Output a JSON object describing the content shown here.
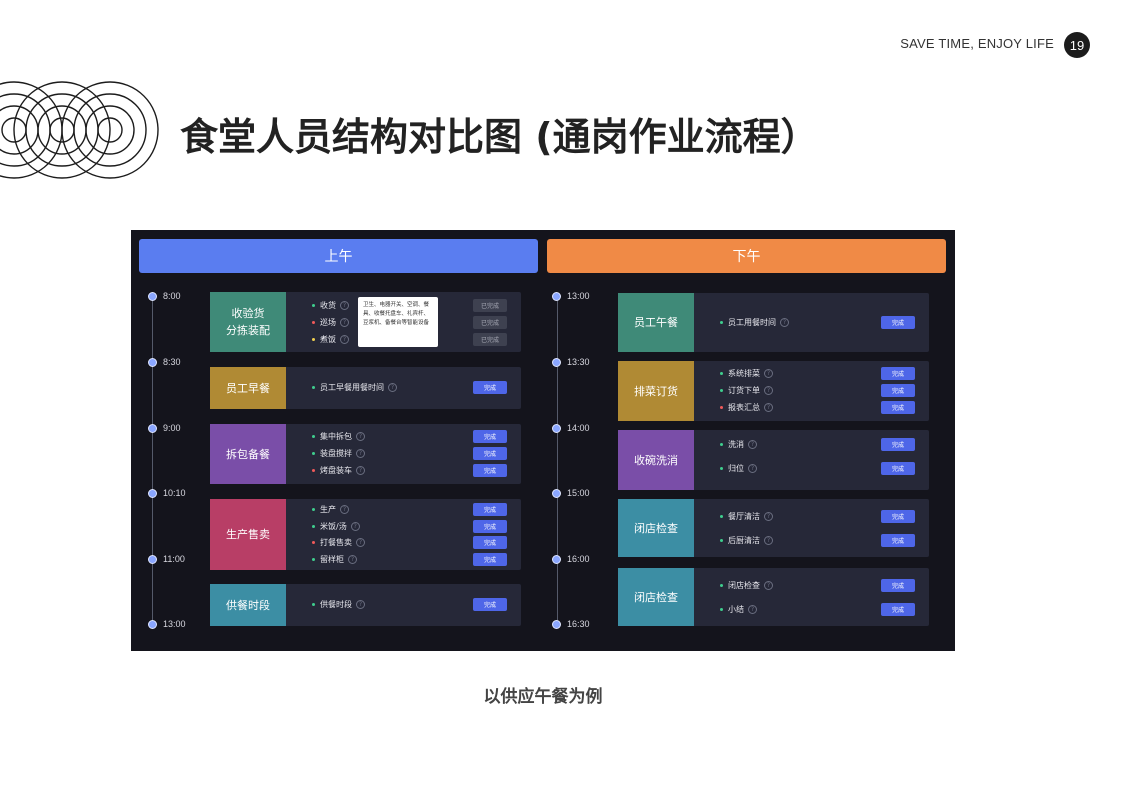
{
  "tagline": "SAVE TIME, ENJOY LIFE",
  "page_number": "19",
  "title": "食堂人员结构对比图 (通岗作业流程）",
  "caption": "以供应午餐为例",
  "tooltip_text": "卫生、电器开关、空调、餐具、收餐托盘车、礼宾杆、豆浆机、备餐台等智能设备",
  "colors": {
    "morning_header": "#5a7df0",
    "afternoon_header": "#f08a46"
  },
  "morning": {
    "header": "上午",
    "times": [
      "8:00",
      "8:30",
      "9:00",
      "10:10",
      "11:00",
      "13:00"
    ],
    "groups": [
      {
        "category": "收验货\n分拣装配",
        "color": "#3f8a78",
        "tasks": [
          {
            "label": "收货",
            "status": "已完成",
            "bullet": "#3fce8e"
          },
          {
            "label": "巡场",
            "status": "已完成",
            "bullet": "#f05a5a"
          },
          {
            "label": "煮饭",
            "status": "已完成",
            "bullet": "#f0d050"
          }
        ]
      },
      {
        "category": "员工早餐",
        "color": "#b08a34",
        "tasks": [
          {
            "label": "员工早餐用餐时间",
            "status": "完成",
            "bullet": "#3fce8e"
          }
        ]
      },
      {
        "category": "拆包备餐",
        "color": "#7a4ea8",
        "tasks": [
          {
            "label": "集中拆包",
            "status": "完成",
            "bullet": "#3fce8e"
          },
          {
            "label": "装盘搅拌",
            "status": "完成",
            "bullet": "#3fce8e"
          },
          {
            "label": "烤盘装车",
            "status": "完成",
            "bullet": "#f05a5a"
          }
        ]
      },
      {
        "category": "生产售卖",
        "color": "#b83e66",
        "tasks": [
          {
            "label": "生产",
            "status": "完成",
            "bullet": "#3fce8e"
          },
          {
            "label": "米饭/汤",
            "status": "完成",
            "bullet": "#3fce8e"
          },
          {
            "label": "打餐售卖",
            "status": "完成",
            "bullet": "#f05a5a"
          },
          {
            "label": "留样柜",
            "status": "完成",
            "bullet": "#3fce8e"
          }
        ]
      },
      {
        "category": "供餐时段",
        "color": "#3c8ea4",
        "tasks": [
          {
            "label": "供餐时段",
            "status": "完成",
            "bullet": "#3fce8e"
          }
        ]
      }
    ]
  },
  "afternoon": {
    "header": "下午",
    "times": [
      "13:00",
      "13:30",
      "14:00",
      "15:00",
      "16:00",
      "16:30"
    ],
    "groups": [
      {
        "category": "员工午餐",
        "color": "#3f8a78",
        "tasks": [
          {
            "label": "员工用餐时间",
            "status": "完成",
            "bullet": "#3fce8e"
          }
        ]
      },
      {
        "category": "排菜订货",
        "color": "#b08a34",
        "tasks": [
          {
            "label": "系统排菜",
            "status": "完成",
            "bullet": "#3fce8e"
          },
          {
            "label": "订货下单",
            "status": "完成",
            "bullet": "#3fce8e"
          },
          {
            "label": "报表汇总",
            "status": "完成",
            "bullet": "#f05a5a"
          }
        ]
      },
      {
        "category": "收碗洗消",
        "color": "#7a4ea8",
        "tasks": [
          {
            "label": "洗消",
            "status": "完成",
            "bullet": "#3fce8e"
          },
          {
            "label": "归位",
            "status": "完成",
            "bullet": "#3fce8e"
          }
        ]
      },
      {
        "category": "闭店检查",
        "color": "#3c8ea4",
        "tasks": [
          {
            "label": "餐厅清洁",
            "status": "完成",
            "bullet": "#3fce8e"
          },
          {
            "label": "后厨清洁",
            "status": "完成",
            "bullet": "#3fce8e"
          }
        ]
      },
      {
        "category": "闭店检查",
        "color": "#3c8ea4",
        "tasks": [
          {
            "label": "闭店检查",
            "status": "完成",
            "bullet": "#3fce8e"
          },
          {
            "label": "小结",
            "status": "完成",
            "bullet": "#3fce8e"
          }
        ]
      }
    ]
  }
}
